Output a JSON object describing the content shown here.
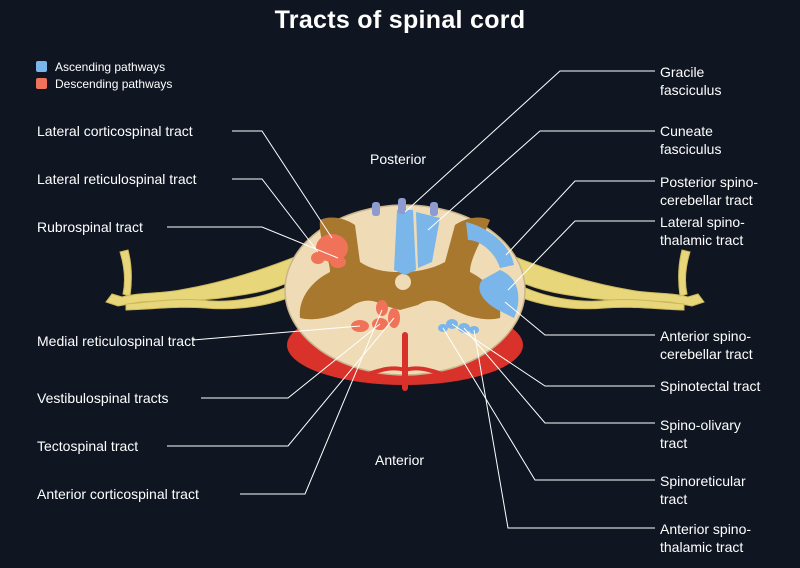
{
  "title": "Tracts of spinal cord",
  "legend": [
    {
      "label": "Ascending pathways",
      "color": "#7ab6ea"
    },
    {
      "label": "Descending pathways",
      "color": "#ef7259"
    }
  ],
  "directions": {
    "posterior": "Posterior",
    "anterior": "Anterior"
  },
  "left_labels": [
    "Lateral corticospinal tract",
    "Lateral reticulospinal tract",
    "Rubrospinal tract",
    "Medial reticulospinal tract",
    "Vestibulospinal tracts",
    "Tectospinal tract",
    "Anterior corticospinal tract"
  ],
  "right_labels": [
    "Gracile fasciculus",
    "Cuneate fasciculus",
    "Posterior spino-cerebellar tract",
    "Lateral spino-thalamic tract",
    "Anterior spino-cerebellar tract",
    "Spinotectal tract",
    "Spino-olivary tract",
    "Spinoreticular tract",
    "Anterior spino-thalamic tract"
  ],
  "colors": {
    "background": "#0f1521",
    "white_matter": "#efdcb6",
    "gray_matter": "#a8782e",
    "nerve": "#e8d67a",
    "artery": "#d8322b",
    "ascending": "#7ab6ea",
    "descending": "#ef7259"
  }
}
